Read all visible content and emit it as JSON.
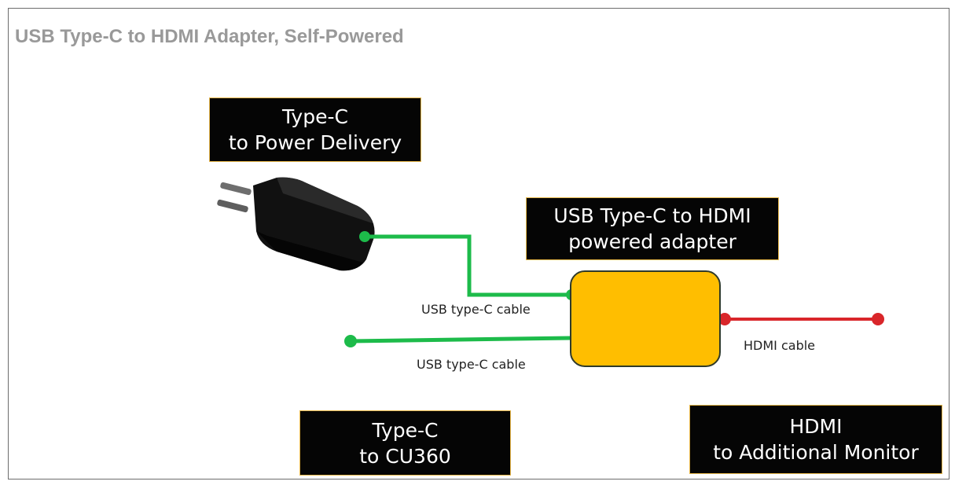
{
  "title": "USB Type-C to HDMI Adapter, Self-Powered",
  "boxes": {
    "power_delivery": {
      "line1": "Type-C",
      "line2": "to Power Delivery"
    },
    "adapter": {
      "line1": "USB Type-C to HDMI",
      "line2": "powered adapter"
    },
    "cu360": {
      "line1": "Type-C",
      "line2": "to CU360"
    },
    "monitor": {
      "line1": "HDMI",
      "line2": "to Additional Monitor"
    }
  },
  "cables": {
    "top_usb": "USB type-C cable",
    "bottom_usb": "USB type-C cable",
    "hdmi": "HDMI cable"
  },
  "colors": {
    "usb_cable": "#1dbb4a",
    "hdmi_cable": "#d9262a",
    "adapter_fill": "#ffbe00",
    "label_bg": "#050505",
    "label_border": "#e8b84a",
    "title": "#999999"
  },
  "icons": {
    "charger": "wall-charger-icon"
  }
}
